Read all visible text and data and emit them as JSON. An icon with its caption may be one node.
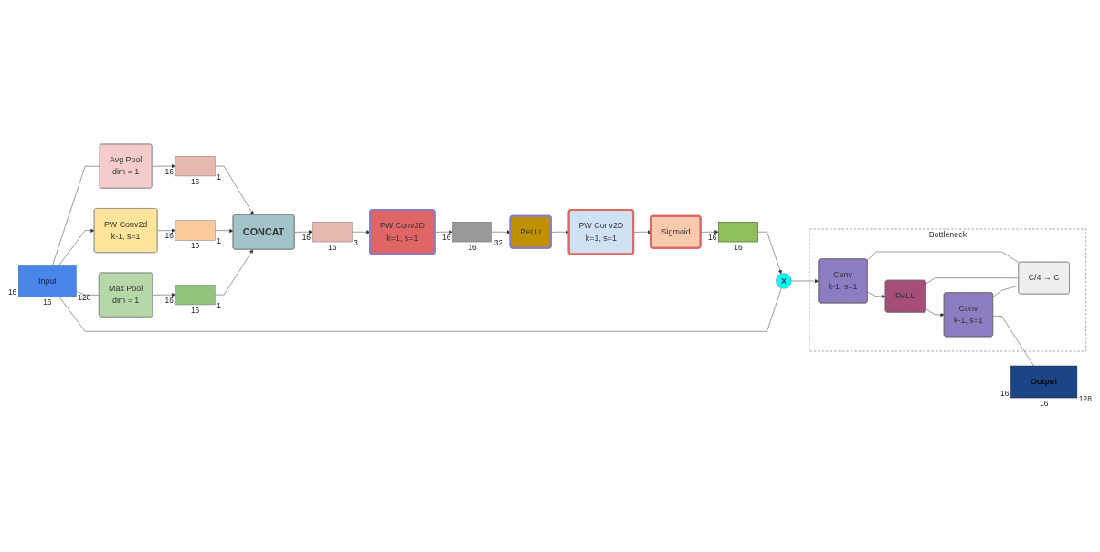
{
  "diagram": {
    "nodes": [
      {
        "text": [
          "Input"
        ],
        "beside": [
          "16",
          "16",
          "128"
        ]
      },
      {
        "text": [
          "Avg Pool",
          "dim = 1"
        ]
      },
      {
        "text": [
          "PW Conv2d",
          "k-1, s=1"
        ]
      },
      {
        "text": [
          "Max Pool",
          "dim = 1"
        ]
      },
      {
        "text": [],
        "shape": "box",
        "beside": [
          "16",
          "16",
          "1"
        ]
      },
      {
        "text": [],
        "shape": "box",
        "beside": [
          "16",
          "16",
          "1"
        ]
      },
      {
        "text": [],
        "shape": "box",
        "beside": [
          "16",
          "16",
          "1"
        ]
      },
      {
        "text": [
          "CONCAT"
        ]
      },
      {
        "text": [],
        "shape": "box",
        "beside": [
          "16",
          "16",
          "3"
        ]
      },
      {
        "text": [
          "PW Conv2D",
          "k=1, s=1"
        ]
      },
      {
        "text": [],
        "shape": "box",
        "beside": [
          "16",
          "16",
          "32"
        ]
      },
      {
        "text": [
          "ReLU"
        ]
      },
      {
        "text": [
          "PW Conv2D",
          "k=1, s=1"
        ]
      },
      {
        "text": [
          "Sigmoid"
        ]
      },
      {
        "text": [],
        "shape": "box",
        "beside": [
          "16",
          "16"
        ]
      },
      {
        "text": [
          "X"
        ]
      },
      {
        "text": [
          "Bottleneck"
        ]
      },
      {
        "text": [
          "Conv",
          "k-1, s=1"
        ],
        "in": 16
      },
      {
        "text": [
          "ReLU"
        ],
        "in": 16
      },
      {
        "text": [
          "Conv",
          "k-1, s=1"
        ],
        "in": 16
      },
      {
        "text": [
          "C/4 → C"
        ],
        "in": 16
      },
      {
        "text": [
          "Output"
        ],
        "beside": [
          "16",
          "16",
          "128"
        ]
      }
    ],
    "edges": [
      {
        "from": 0,
        "to": 1,
        "arrow": "none"
      },
      {
        "from": 0,
        "to": 2,
        "arrow": "to"
      },
      {
        "from": 0,
        "to": 3,
        "arrow": "none"
      },
      {
        "from": 1,
        "to": 4,
        "arrow": "to"
      },
      {
        "from": 2,
        "to": 5,
        "arrow": "to"
      },
      {
        "from": 3,
        "to": 6,
        "arrow": "to"
      },
      {
        "from": 4,
        "to": 7,
        "arrow": "to"
      },
      {
        "from": 5,
        "to": 7,
        "arrow": "to"
      },
      {
        "from": 6,
        "to": 7,
        "arrow": "to"
      },
      {
        "from": 7,
        "to": 8,
        "arrow": "to"
      },
      {
        "from": 8,
        "to": 9,
        "arrow": "to"
      },
      {
        "from": 9,
        "to": 10,
        "arrow": "to"
      },
      {
        "from": 10,
        "to": 11,
        "arrow": "to"
      },
      {
        "from": 11,
        "to": 12,
        "arrow": "to"
      },
      {
        "from": 12,
        "to": 13,
        "arrow": "to"
      },
      {
        "from": 13,
        "to": 14,
        "arrow": "to"
      },
      {
        "from": 14,
        "to": 15,
        "arrow": "to"
      },
      {
        "from": 0,
        "to": 15,
        "arrow": "none"
      },
      {
        "from": 15,
        "to": 17,
        "arrow": "to"
      },
      {
        "from": 17,
        "to": 18,
        "arrow": "to"
      },
      {
        "from": 18,
        "to": 19,
        "arrow": "to"
      },
      {
        "from": 17,
        "to": 20,
        "arrow": "none"
      },
      {
        "from": 18,
        "to": 20,
        "arrow": "none"
      },
      {
        "from": 19,
        "to": 20,
        "arrow": "none"
      },
      {
        "from": 19,
        "to": 21,
        "arrow": "none"
      }
    ]
  }
}
